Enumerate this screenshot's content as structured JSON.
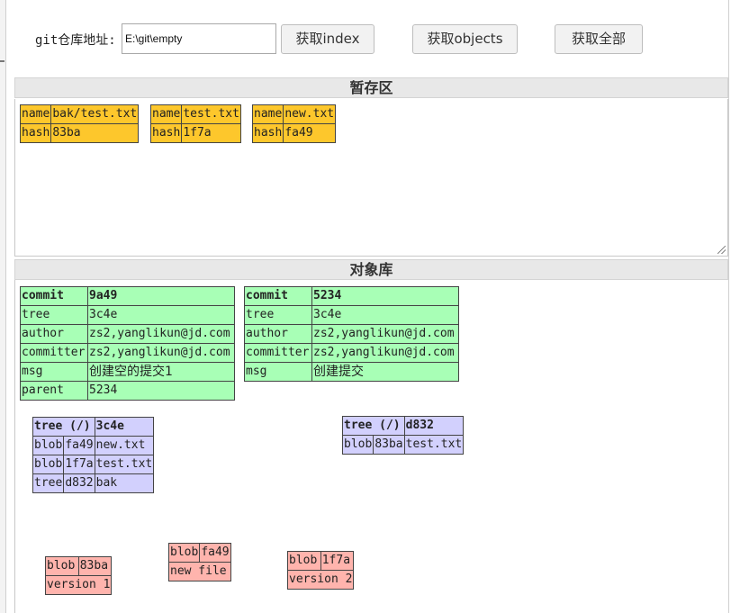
{
  "repo": {
    "label": "git仓库地址:",
    "value": "E:\\git\\empty"
  },
  "buttons": {
    "get_index": "获取index",
    "get_objects": "获取objects",
    "get_all": "获取全部"
  },
  "staging": {
    "title": "暂存区",
    "entries": [
      {
        "name_key": "name",
        "name": "bak/test.txt",
        "hash_key": "hash",
        "hash": "83ba"
      },
      {
        "name_key": "name",
        "name": "test.txt",
        "hash_key": "hash",
        "hash": "1f7a"
      },
      {
        "name_key": "name",
        "name": "new.txt",
        "hash_key": "hash",
        "hash": "fa49"
      }
    ]
  },
  "objects": {
    "title": "对象库",
    "commits": [
      {
        "kind": "commit",
        "hash": "9a49",
        "rows": [
          {
            "k": "tree",
            "v": "3c4e"
          },
          {
            "k": "author",
            "v": "zs2,yanglikun@jd.com"
          },
          {
            "k": "committer",
            "v": "zs2,yanglikun@jd.com"
          },
          {
            "k": "msg",
            "v": "创建空的提交1"
          },
          {
            "k": "parent",
            "v": "5234"
          }
        ]
      },
      {
        "kind": "commit",
        "hash": "5234",
        "rows": [
          {
            "k": "tree",
            "v": "3c4e"
          },
          {
            "k": "author",
            "v": "zs2,yanglikun@jd.com"
          },
          {
            "k": "committer",
            "v": "zs2,yanglikun@jd.com"
          },
          {
            "k": "msg",
            "v": "创建提交"
          }
        ]
      }
    ],
    "trees": [
      {
        "kind": "tree (/)",
        "hash": "3c4e",
        "rows": [
          {
            "t": "blob",
            "h": "fa49",
            "n": "new.txt"
          },
          {
            "t": "blob",
            "h": "1f7a",
            "n": "test.txt"
          },
          {
            "t": "tree",
            "h": "d832",
            "n": "bak"
          }
        ]
      },
      {
        "kind": "tree (/)",
        "hash": "d832",
        "rows": [
          {
            "t": "blob",
            "h": "83ba",
            "n": "test.txt"
          }
        ]
      }
    ],
    "blobs": [
      {
        "kind": "blob",
        "hash": "83ba",
        "content": "version 1"
      },
      {
        "kind": "blob",
        "hash": "fa49",
        "content": "new file"
      },
      {
        "kind": "blob",
        "hash": "1f7a",
        "content": "version 2"
      }
    ]
  },
  "colors": {
    "staging": "#fdc72c",
    "commit": "#a8ffb6",
    "tree": "#d2d0fd",
    "blob": "#ffb4ad"
  }
}
